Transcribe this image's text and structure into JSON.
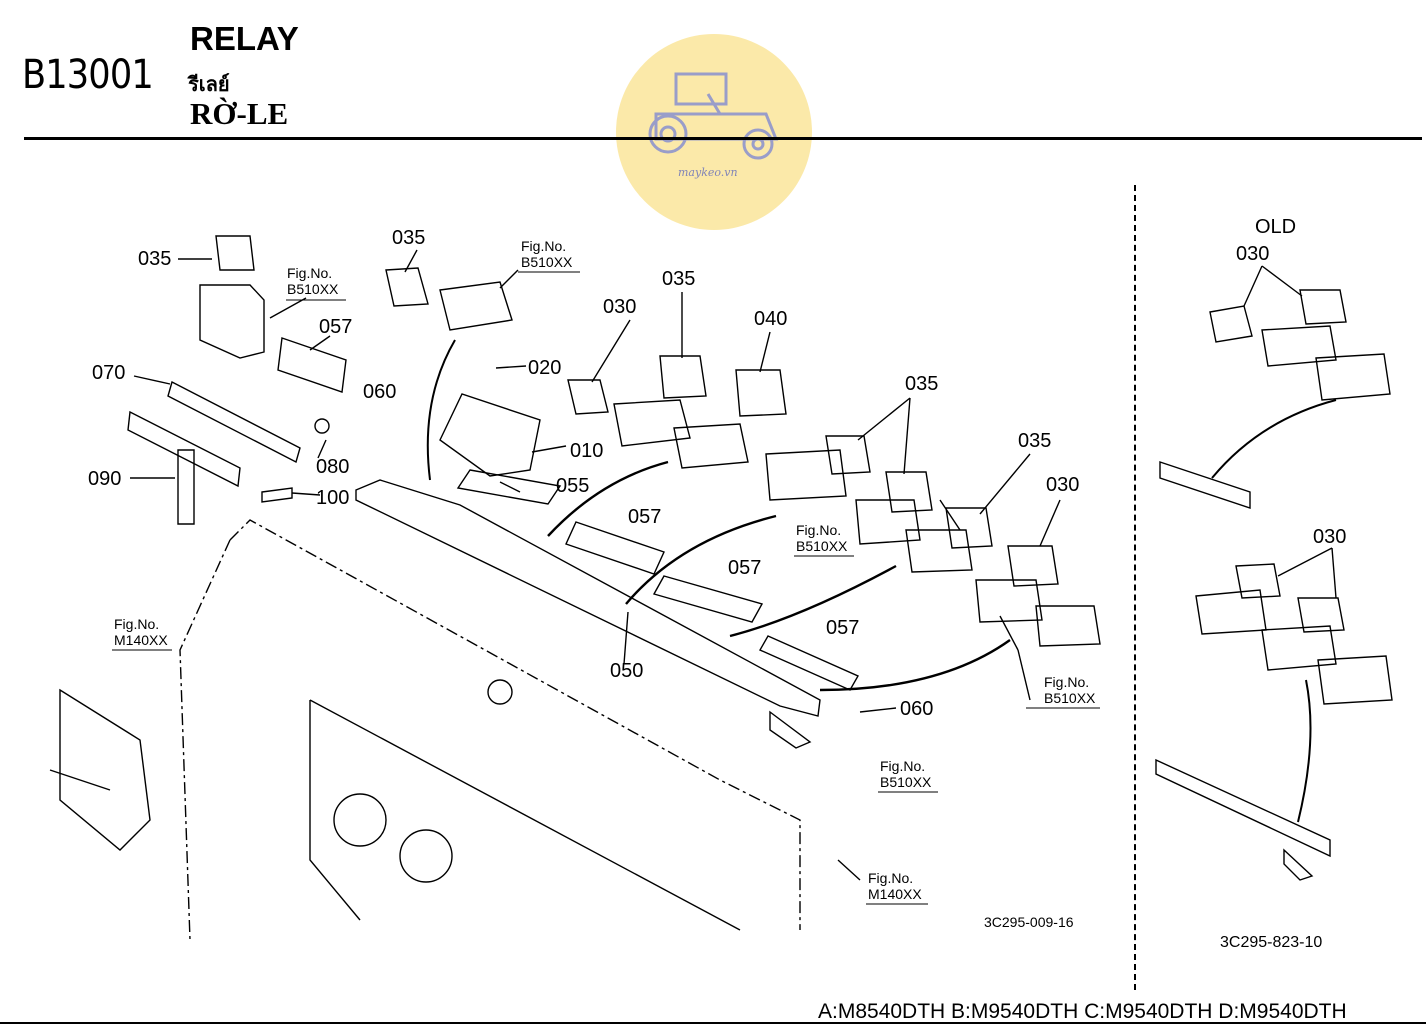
{
  "header": {
    "section_code": "B13001",
    "title_en": "RELAY",
    "title_th": "รีเลย์",
    "title_vi": "RỜ-LE"
  },
  "watermark": {
    "text": "maykeo.vn",
    "color": "#fbe7a0"
  },
  "main_diagram": {
    "callouts": {
      "c035_a": "035",
      "c035_b": "035",
      "c035_c": "035",
      "c035_d": "035",
      "c035_e": "035",
      "c030_a": "030",
      "c030_b": "030",
      "c040": "040",
      "c020": "020",
      "c010": "010",
      "c055": "055",
      "c057_a": "057",
      "c057_b": "057",
      "c057_c": "057",
      "c057_d": "057",
      "c060_a": "060",
      "c060_b": "060",
      "c070": "070",
      "c080": "080",
      "c090": "090",
      "c100": "100",
      "c050": "050"
    },
    "fig_refs": {
      "f1": [
        "Fig.No.",
        "B510XX"
      ],
      "f2": [
        "Fig.No.",
        "B510XX"
      ],
      "f3": [
        "Fig.No.",
        "B510XX"
      ],
      "f4": [
        "Fig.No.",
        "B510XX"
      ],
      "f5": [
        "Fig.No.",
        "B510XX"
      ],
      "f6": [
        "Fig.No.",
        "M140XX"
      ],
      "f7": [
        "Fig.No.",
        "M140XX"
      ]
    },
    "drawing_number": "3C295-009-16"
  },
  "old_panel": {
    "label": "OLD",
    "callout_top": "030",
    "callout_bottom": "030",
    "drawing_number": "3C295-823-10"
  },
  "footer": {
    "models": "A:M8540DTH B:M9540DTH C:M9540DTH D:M9540DTH"
  }
}
